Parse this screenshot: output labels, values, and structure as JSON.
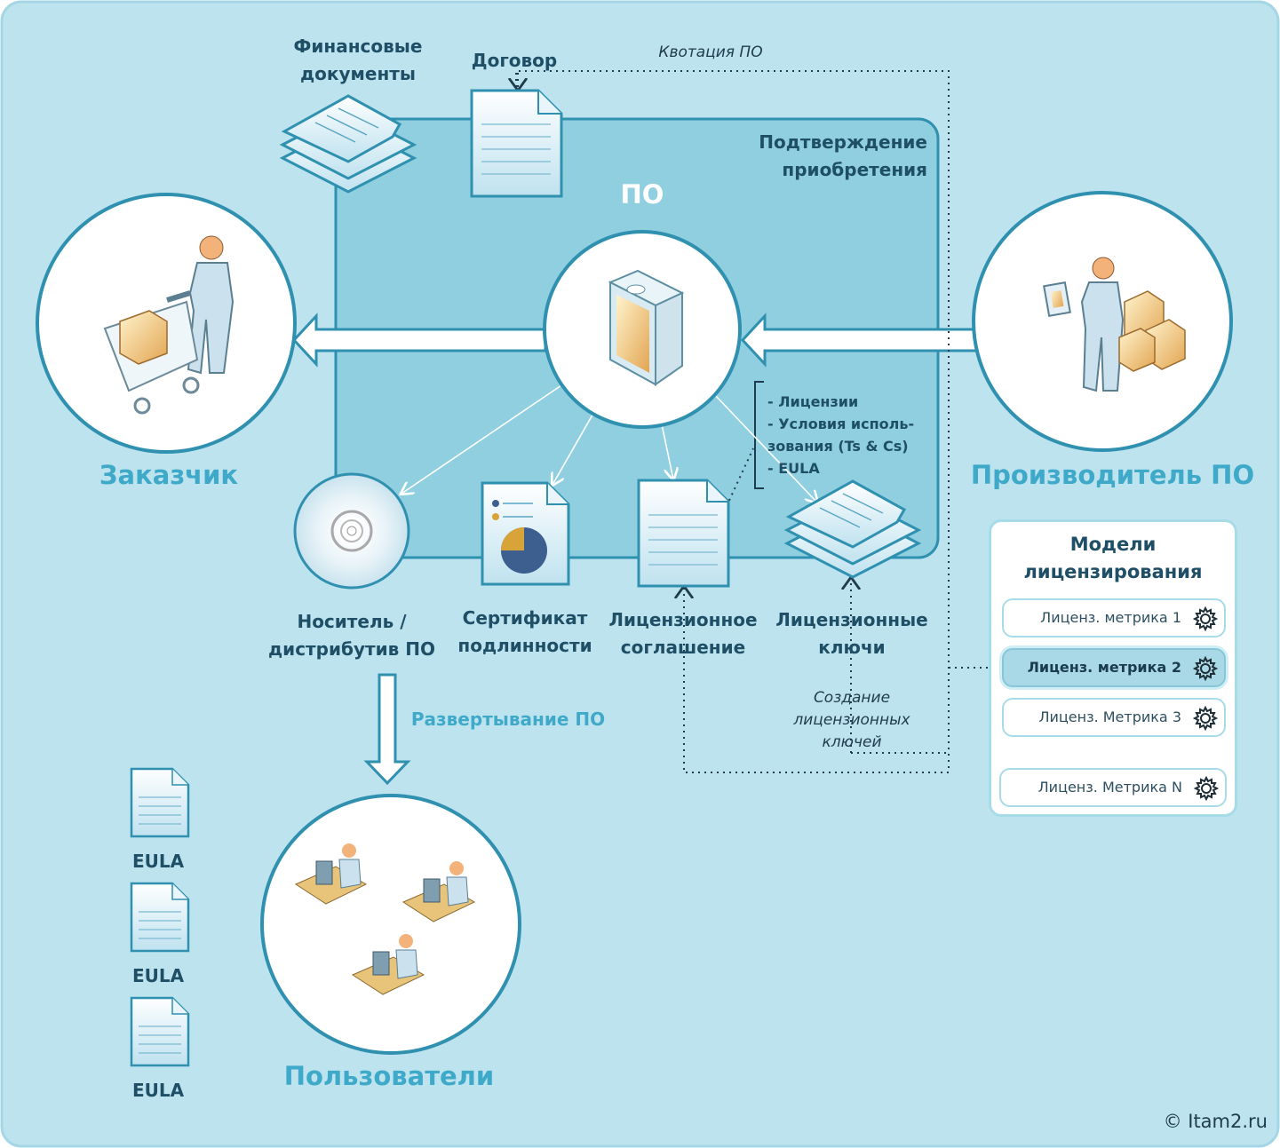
{
  "colors": {
    "background": "#bde3ee",
    "panel": "#90cfe0",
    "accent": "#3fa9c9",
    "text": "#1f4f66"
  },
  "labels": {
    "customer": "Заказчик",
    "vendor": "Производитель ПО",
    "users": "Пользователи",
    "software": "ПО",
    "purchase_confirmation": [
      "Подтверждение",
      "приобретения"
    ],
    "financial_docs": [
      "Финансовые",
      "документы"
    ],
    "contract": "Договор",
    "quotation": "Квотация ПО",
    "media": [
      "Носитель /",
      "дистрибутив ПО"
    ],
    "certificate": [
      "Сертификат",
      "подлинности"
    ],
    "license_agreement": [
      "Лицензионное",
      "соглашение"
    ],
    "license_keys": [
      "Лицензионные",
      "ключи"
    ],
    "key_creation": [
      "Создание",
      "лицензионных",
      "ключей"
    ],
    "deployment": "Развертывание ПО",
    "eula": [
      "EULA",
      "EULA",
      "EULA"
    ],
    "agreement_contents": [
      "- Лицензии",
      "- Условия исполь-",
      "зования (Ts & Cs)",
      "- EULA"
    ]
  },
  "licensing_models": {
    "title": [
      "Модели",
      "лицензирования"
    ],
    "metrics": [
      {
        "label": "Лиценз. метрика 1",
        "active": false,
        "icon": "gear-icon"
      },
      {
        "label": "Лиценз. метрика 2",
        "active": true,
        "icon": "gear-icon"
      },
      {
        "label": "Лиценз. Метрика 3",
        "active": false,
        "icon": "gear-icon"
      },
      {
        "label": "Лиценз. Метрика N",
        "active": false,
        "icon": "gear-icon"
      }
    ]
  },
  "copyright": "©  Itam2.ru"
}
